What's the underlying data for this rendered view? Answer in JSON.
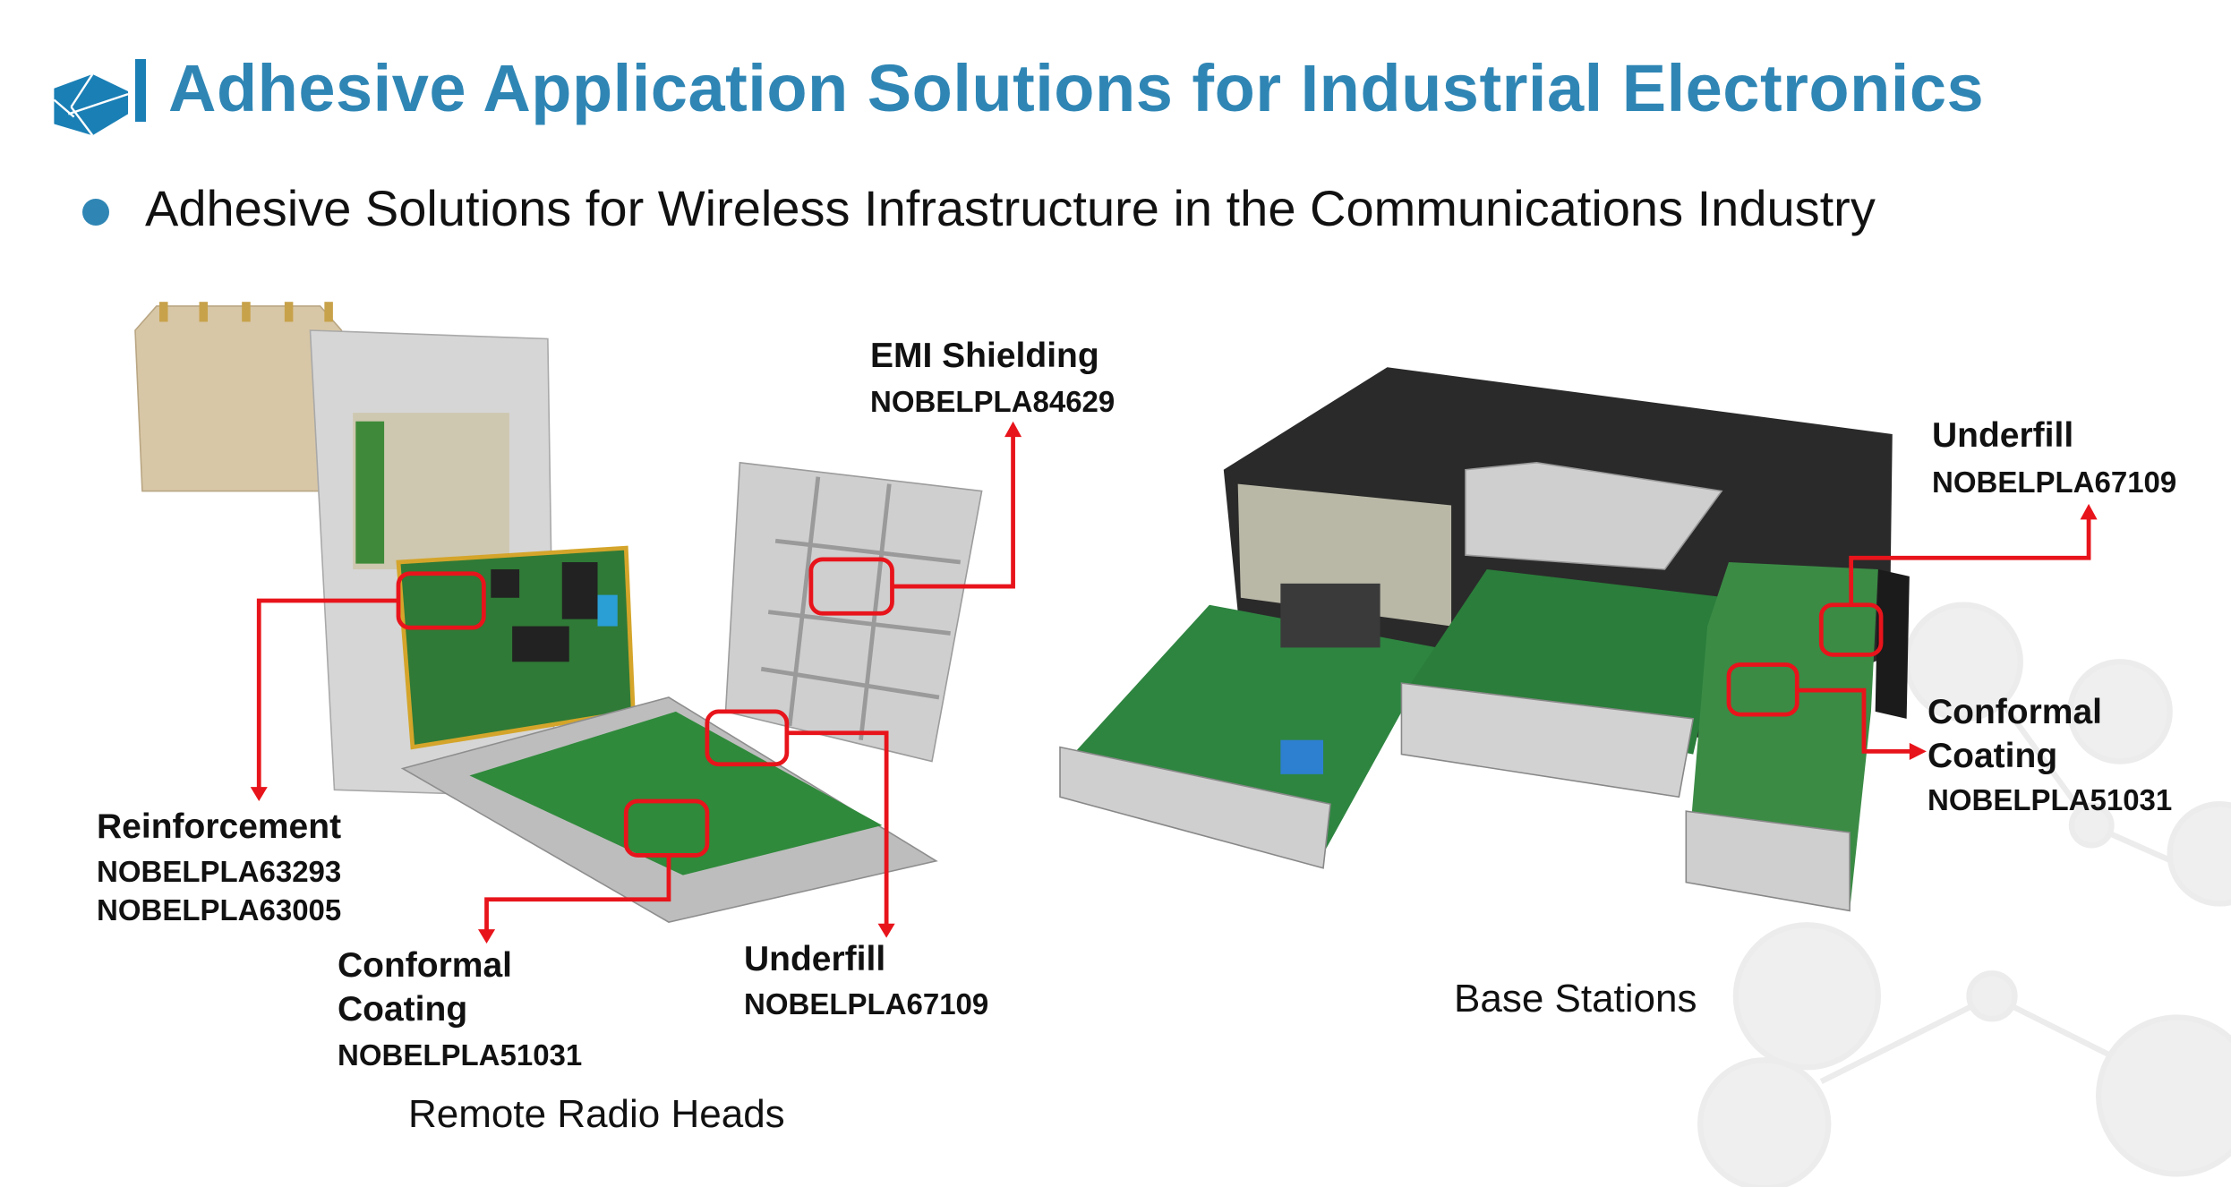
{
  "header": {
    "title": "Adhesive Application Solutions for Industrial Electronics",
    "subtitle": "Adhesive Solutions for Wireless Infrastructure in the Communications Industry"
  },
  "remote_radio_heads": {
    "caption": "Remote Radio Heads",
    "callouts": [
      {
        "label": "EMI Shielding",
        "codes": [
          "NOBELPLA84629"
        ]
      },
      {
        "label": "Reinforcement",
        "codes": [
          "NOBELPLA63293",
          "NOBELPLA63005"
        ]
      },
      {
        "label_lines": [
          "Conformal",
          "Coating"
        ],
        "codes": [
          "NOBELPLA51031"
        ]
      },
      {
        "label": "Underfill",
        "codes": [
          "NOBELPLA67109"
        ]
      }
    ]
  },
  "base_stations": {
    "caption": "Base Stations",
    "callouts": [
      {
        "label": "Underfill",
        "codes": [
          "NOBELPLA67109"
        ]
      },
      {
        "label_lines": [
          "Conformal",
          "Coating"
        ],
        "codes": [
          "NOBELPLA51031"
        ]
      }
    ]
  },
  "colors": {
    "accent": "#2f86b5",
    "callout": "#e8141b"
  }
}
